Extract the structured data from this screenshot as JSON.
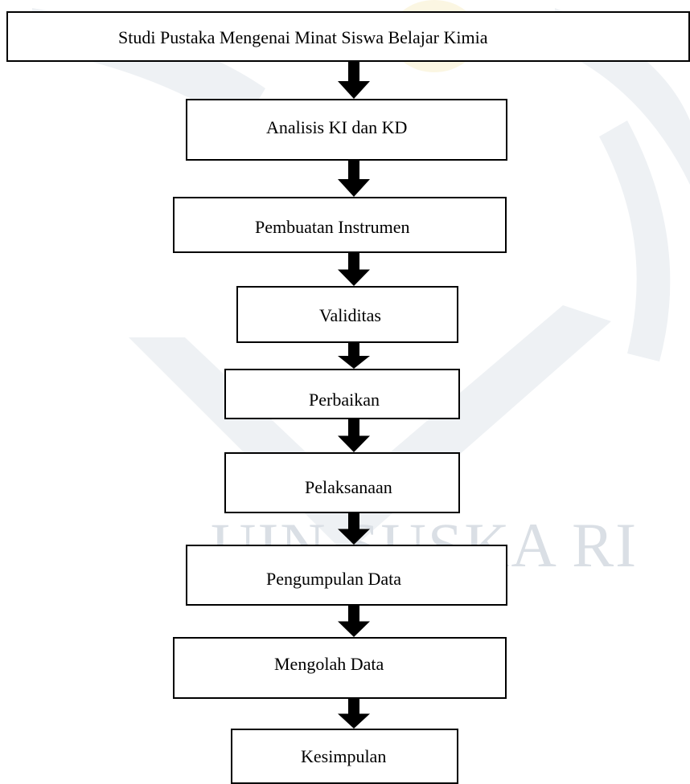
{
  "flow": {
    "steps": [
      "Studi Pustaka Mengenai Minat Siswa Belajar Kimia",
      "Analisis KI dan KD",
      "Pembuatan Instrumen",
      "Validitas",
      "Perbaikan",
      "Pelaksanaan",
      "Pengumpulan Data",
      "Mengolah Data",
      "Kesimpulan"
    ]
  },
  "watermark": {
    "text": "UIN SUSKA RI",
    "color": "#dadfe5"
  }
}
